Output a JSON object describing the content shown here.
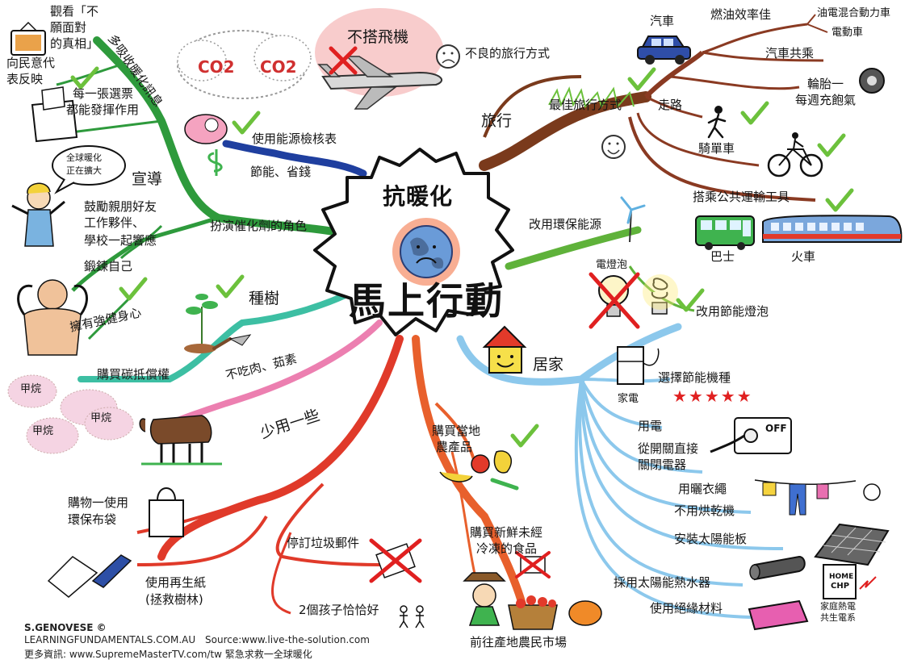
{
  "center": {
    "top": "抗暖化",
    "bottom": "馬上行動"
  },
  "credits": {
    "author": "S.GENOVESE ©",
    "site": "LEARNINGFUNDAMENTALS.COM.AU",
    "source": "Source:www.live-the-solution.com",
    "more": "更多資訊: www.SupremeMasterTV.com/tw  緊急求救一全球暖化"
  },
  "travel": {
    "branch": "旅行",
    "bad": "不良的旅行方式",
    "no_fly": "不搭飛機",
    "co2": "CO2",
    "best": "最佳旅行方式",
    "car": "汽車",
    "fuel": "燃油效率佳",
    "hybrid": "油電混合動力車",
    "electric": "電動車",
    "carpool": "汽車共乘",
    "tyre_1": "輪胎一",
    "tyre_2": "每週充飽氣",
    "walk": "走路",
    "bike": "騎單車",
    "transit": "搭乘公共運輸工具",
    "bus": "巴士",
    "train": "火車"
  },
  "energy": {
    "renewable": "改用環保能源",
    "bulb": "電燈泡",
    "cfl": "改用節能燈泡",
    "check_use": "使用能源檢核表",
    "save": "節能、省錢"
  },
  "home": {
    "branch": "居家",
    "appliance": "家電",
    "efficient": "選擇節能機種",
    "stars": "★★★★★",
    "use_power": "用電",
    "switch_1": "從開關直接",
    "switch_2": "關閉電器",
    "off": "OFF",
    "line": "用曬衣繩",
    "no_dryer": "不用烘乾機",
    "solar": "安裝太陽能板",
    "solar_water": "採用太陽能熱水器",
    "insulation": "使用絕緣材料",
    "chp_1": "HOME",
    "chp_2": "CHP",
    "chp_label_1": "家庭熱電",
    "chp_label_2": "共生電系"
  },
  "food": {
    "local_1": "購買當地",
    "local_2": "農產品",
    "fresh_1": "購買新鮮未經",
    "fresh_2": "冷凍的食品",
    "market": "前往產地農民市場",
    "no_meat": "不吃肉、茹素",
    "offset": "購買碳抵償權",
    "methane": "甲烷"
  },
  "reduce": {
    "branch": "少用一些",
    "bag_1": "購物一使用",
    "bag_2": "環保布袋",
    "junk": "停訂垃圾郵件",
    "paper_1": "使用再生紙",
    "paper_2": "(拯救樹林)",
    "kids": "2個孩子恰恰好"
  },
  "trees": {
    "branch": "種樹"
  },
  "advocacy": {
    "branch": "宣導",
    "catalyst": "扮演催化劑的角色",
    "encourage_1": "鼓勵親朋好友",
    "encourage_2": "工作夥伴、",
    "encourage_3": "學校一起響應",
    "bubble_1": "全球暖化",
    "bubble_2": "正在擴大",
    "exercise": "鍛鍊自己",
    "fit": "擁有強健身心",
    "inform": "多吸收暖化訊息",
    "truth_1": "觀看「不",
    "truth_2": "願面對",
    "truth_3": "的真相」",
    "vote_1": "每一張選票",
    "vote_2": "都能發揮作用",
    "rep_1": "向民意代",
    "rep_2": "表反映"
  },
  "colors": {
    "travel": "#7a3a1c",
    "car_branch": "#8a3a22",
    "renewable": "#5fb23a",
    "home": "#8cc8ec",
    "reduce": "#e03a2a",
    "food": "#e8602c",
    "meat": "#ec7fb0",
    "trees": "#3dbfa3",
    "advocacy": "#2e9a3c",
    "energy_check": "#1f3f9f",
    "check": "#6cc13c"
  }
}
